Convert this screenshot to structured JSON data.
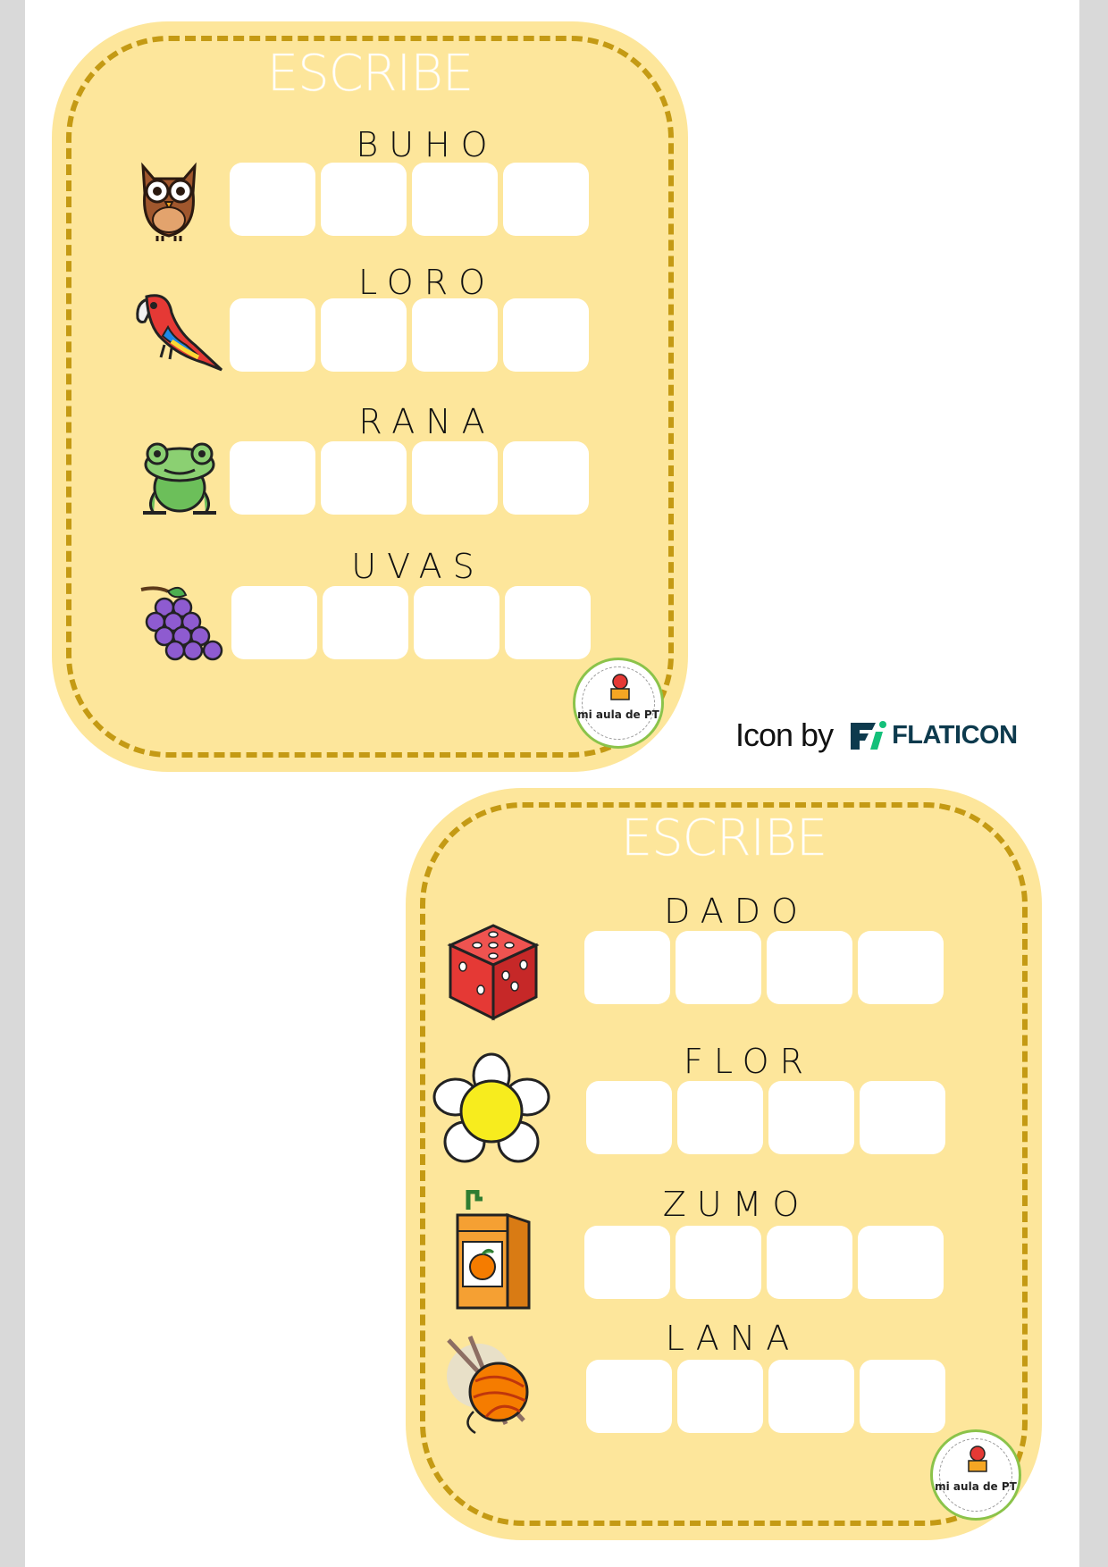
{
  "cards": [
    {
      "title": "ESCRIBE",
      "items": [
        {
          "word": "BUHO",
          "icon": "owl-icon"
        },
        {
          "word": "LORO",
          "icon": "parrot-icon"
        },
        {
          "word": "RANA",
          "icon": "frog-icon"
        },
        {
          "word": "UVAS",
          "icon": "grapes-icon"
        }
      ],
      "stamp_text": "mi aula de PT"
    },
    {
      "title": "ESCRIBE",
      "items": [
        {
          "word": "DADO",
          "icon": "dice-icon"
        },
        {
          "word": "FLOR",
          "icon": "flower-icon"
        },
        {
          "word": "ZUMO",
          "icon": "juice-box-icon"
        },
        {
          "word": "LANA",
          "icon": "yarn-ball-icon"
        }
      ],
      "stamp_text": "mi aula de PT"
    }
  ],
  "credit": {
    "prefix": "Icon by",
    "brand": "FLATICON"
  },
  "colors": {
    "card_fill": "#fde69b",
    "dash": "#c49a14",
    "box": "#ffffff",
    "brand_dark": "#0d3a4d",
    "brand_green": "#14c07a"
  }
}
